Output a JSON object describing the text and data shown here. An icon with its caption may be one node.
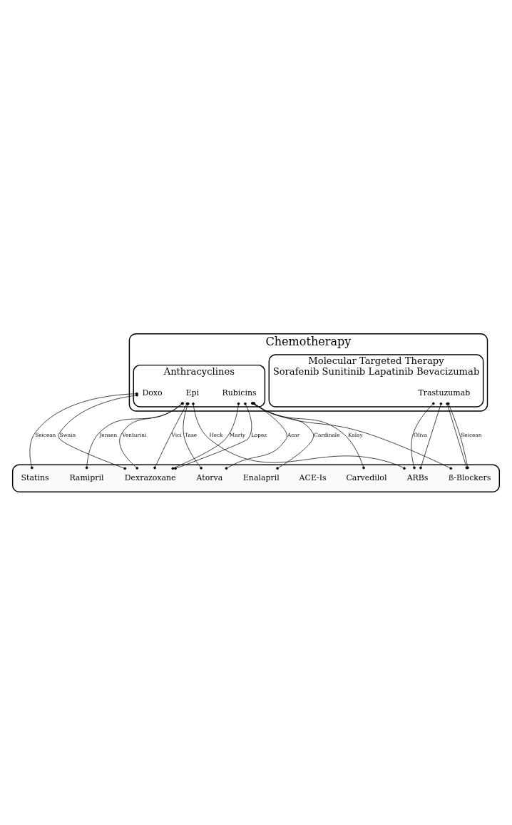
{
  "diagram": {
    "nodes": [
      {
        "text": [
          "Chemotherapy"
        ]
      },
      {
        "text": [
          "Anthracyclines"
        ],
        "in": 0
      },
      {
        "text": [
          "Doxo"
        ],
        "in": 1
      },
      {
        "text": [
          "Epi"
        ],
        "in": 1
      },
      {
        "text": [
          "Rubicins"
        ],
        "in": 1
      },
      {
        "text": [
          "Molecular Targeted Therapy",
          "Sorafenib Sunitinib Lapatinib Bevacizumab"
        ],
        "in": 0
      },
      {
        "text": [
          "Trastuzumab"
        ],
        "in": 5
      },
      {
        "text": [],
        "shape": "cloud"
      },
      {
        "text": [
          "Dexrazoxane"
        ],
        "in": 7
      },
      {
        "text": [
          "Statins"
        ],
        "in": 7
      },
      {
        "text": [
          "Atorva"
        ],
        "in": 7
      },
      {
        "text": [
          "ACE-Is"
        ],
        "in": 7
      },
      {
        "text": [
          "Enalapril"
        ],
        "in": 7
      },
      {
        "text": [
          "Ramipril"
        ],
        "in": 7
      },
      {
        "text": [
          "ARBs"
        ],
        "in": 7
      },
      {
        "text": [
          "ß-Blockers"
        ],
        "in": 7
      },
      {
        "text": [
          "Carvedilol"
        ],
        "in": 7
      }
    ],
    "edges": [
      {
        "from": 2,
        "to": 8,
        "arrow": "other",
        "label": "Swain"
      },
      {
        "from": 4,
        "to": 8,
        "arrow": "other",
        "label": "Marty"
      },
      {
        "from": 4,
        "to": 8,
        "arrow": "other",
        "label": "Lopez"
      },
      {
        "from": 2,
        "to": 9,
        "arrow": "other",
        "label": "Seicean"
      },
      {
        "from": 3,
        "to": 8,
        "arrow": "other",
        "label": "Venturini"
      },
      {
        "from": 3,
        "to": 8,
        "arrow": "other",
        "label": "Vici"
      },
      {
        "from": 4,
        "to": 10,
        "arrow": "other",
        "label": "Acar"
      },
      {
        "from": 3,
        "to": 10,
        "arrow": "other",
        "label": "Tase"
      },
      {
        "from": 4,
        "to": 12,
        "arrow": "other",
        "label": "Cardinale"
      },
      {
        "from": 3,
        "to": 13,
        "arrow": "other",
        "label": "Jensen"
      },
      {
        "from": 4,
        "to": 16,
        "arrow": "other",
        "label": "Kalay"
      },
      {
        "from": 3,
        "to": 14,
        "arrow": "other",
        "label": "Heck"
      },
      {
        "from": 6,
        "to": 14,
        "arrow": "other"
      },
      {
        "from": 6,
        "to": 14,
        "arrow": "other",
        "label": "Oliva"
      },
      {
        "from": 6,
        "to": 15,
        "arrow": "other"
      },
      {
        "from": 6,
        "to": 15,
        "arrow": "other",
        "label": "Seicean"
      },
      {
        "from": 4,
        "to": 15,
        "arrow": "other"
      }
    ]
  }
}
